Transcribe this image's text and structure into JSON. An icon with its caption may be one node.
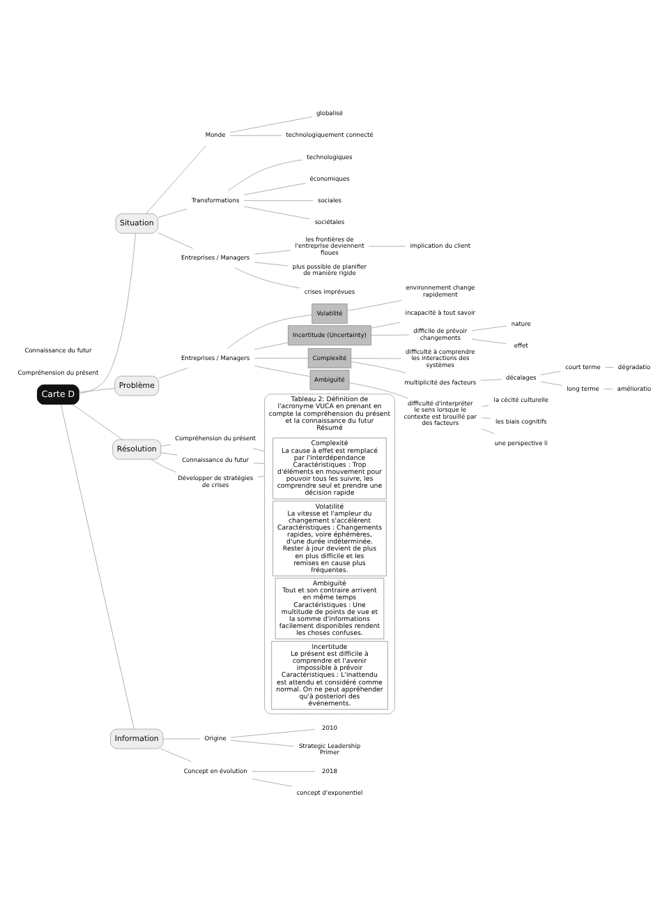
{
  "diagram": {
    "nodes": [
      {
        "text": [
          "Carte D"
        ]
      },
      {
        "text": [
          "Situation"
        ]
      },
      {
        "text": [
          "Monde"
        ]
      },
      {
        "text": [
          "globalisé"
        ]
      },
      {
        "text": [
          "technologiquement connecté"
        ]
      },
      {
        "text": [
          "Transformations"
        ]
      },
      {
        "text": [
          "technologiques"
        ]
      },
      {
        "text": [
          "économiques"
        ]
      },
      {
        "text": [
          "sociales"
        ]
      },
      {
        "text": [
          "sociétales"
        ]
      },
      {
        "text": [
          "Entreprises / Managers"
        ]
      },
      {
        "text": [
          "les frontières de l'entreprise deviennent floues"
        ]
      },
      {
        "text": [
          "implication du client"
        ]
      },
      {
        "text": [
          "plus possible de planifier de manière rigide"
        ]
      },
      {
        "text": [
          "crises imprévues"
        ]
      },
      {
        "text": [
          "Problème"
        ]
      },
      {
        "text": [
          "Entreprises / Managers"
        ]
      },
      {
        "text": [
          "Volatilité"
        ]
      },
      {
        "text": [
          "environnement change rapidement"
        ]
      },
      {
        "text": [
          "Incertitude (Uncertainty)"
        ]
      },
      {
        "text": [
          "incapacité à tout savoir"
        ]
      },
      {
        "text": [
          "difficile de prévoir changements"
        ]
      },
      {
        "text": [
          "nature"
        ]
      },
      {
        "text": [
          "effet"
        ]
      },
      {
        "text": [
          "Complexité"
        ]
      },
      {
        "text": [
          "difficulté à comprendre les interactions des systèmes"
        ]
      },
      {
        "text": [
          "multiplicité des facteurs"
        ]
      },
      {
        "text": [
          "décalages"
        ]
      },
      {
        "text": [
          "court terme"
        ]
      },
      {
        "text": [
          "dégradatio"
        ]
      },
      {
        "text": [
          "long terme"
        ]
      },
      {
        "text": [
          "amélioratio"
        ]
      },
      {
        "text": [
          "Ambiguïté"
        ]
      },
      {
        "text": [
          "difficulté d'interpréter le sens lorsque le contexte est brouillé par des facteurs"
        ]
      },
      {
        "text": [
          "la cécité culturelle"
        ]
      },
      {
        "text": [
          "les biais cognitifs"
        ]
      },
      {
        "text": [
          "une perspective li"
        ]
      },
      {
        "text": [
          "Résolution"
        ]
      },
      {
        "text": [
          "Compréhension du présent"
        ]
      },
      {
        "text": [
          "Connaissance du futur"
        ]
      },
      {
        "text": [
          "Développer de stratégies de crises"
        ]
      },
      {
        "text": [
          "Tableau 2: Définition de l'acronyme VUCA en prenant en compte la compréhension du présent et la connaissance du futur",
          "Résumé"
        ]
      },
      {
        "text": [
          "Complexité",
          "La cause à effet est remplacé par l'interdépendance",
          "Caractéristiques : Trop d'éléments en mouvement pour pouvoir tous les suivre, les comprendre seul et prendre une décision rapide"
        ],
        "in": 41
      },
      {
        "text": [
          "Volatilité",
          "La vitesse et l'ampleur du changement s'accélèrent",
          "Caractéristiques : Changements rapides, voire éphémères, d'une durée indéterminée. Rester à jour devient de plus en plus difficile et les remises en cause plus fréquentes."
        ],
        "in": 41
      },
      {
        "text": [
          "Ambiguïté",
          "Tout et son contraire arrivent en même temps",
          "Caractéristiques : Une multitude de points de vue et la somme d'informations facilement disponibles rendent les choses confuses."
        ],
        "in": 41
      },
      {
        "text": [
          "Incertitude",
          "Le présent est difficile à comprendre et l'avenir impossible à prévoir",
          "Caractéristiques : L'inattendu est attendu et considéré comme normal. On ne peut appréhender qu'à posteriori des événements."
        ],
        "in": 41
      },
      {
        "text": [
          "Information"
        ]
      },
      {
        "text": [
          "Origine"
        ]
      },
      {
        "text": [
          "2010"
        ]
      },
      {
        "text": [
          "Strategic Leadership Primer"
        ]
      },
      {
        "text": [
          "Concept en évolution"
        ]
      },
      {
        "text": [
          "2018"
        ]
      },
      {
        "text": [
          "concept d'exponentiel"
        ]
      }
    ],
    "edges": [
      {
        "from": 0,
        "to": 1,
        "arrow": "none"
      },
      {
        "from": 0,
        "to": 15,
        "arrow": "none"
      },
      {
        "from": 0,
        "to": 37,
        "arrow": "none"
      },
      {
        "from": 0,
        "to": 46,
        "arrow": "none"
      },
      {
        "from": 1,
        "to": 2,
        "arrow": "none"
      },
      {
        "from": 1,
        "to": 5,
        "arrow": "none"
      },
      {
        "from": 1,
        "to": 10,
        "arrow": "none"
      },
      {
        "from": 2,
        "to": 3,
        "arrow": "none"
      },
      {
        "from": 2,
        "to": 4,
        "arrow": "none"
      },
      {
        "from": 5,
        "to": 6,
        "arrow": "none"
      },
      {
        "from": 5,
        "to": 7,
        "arrow": "none"
      },
      {
        "from": 5,
        "to": 8,
        "arrow": "none"
      },
      {
        "from": 5,
        "to": 9,
        "arrow": "none"
      },
      {
        "from": 10,
        "to": 11,
        "arrow": "none"
      },
      {
        "from": 10,
        "to": 13,
        "arrow": "none"
      },
      {
        "from": 10,
        "to": 14,
        "arrow": "none"
      },
      {
        "from": 11,
        "to": 12,
        "arrow": "none"
      },
      {
        "from": 15,
        "to": 16,
        "arrow": "none"
      },
      {
        "from": 16,
        "to": 17,
        "arrow": "none"
      },
      {
        "from": 16,
        "to": 19,
        "arrow": "none"
      },
      {
        "from": 16,
        "to": 24,
        "arrow": "none"
      },
      {
        "from": 16,
        "to": 32,
        "arrow": "none"
      },
      {
        "from": 17,
        "to": 18,
        "arrow": "none"
      },
      {
        "from": 19,
        "to": 20,
        "arrow": "none"
      },
      {
        "from": 19,
        "to": 21,
        "arrow": "none"
      },
      {
        "from": 21,
        "to": 22,
        "arrow": "none"
      },
      {
        "from": 21,
        "to": 23,
        "arrow": "none"
      },
      {
        "from": 24,
        "to": 25,
        "arrow": "none"
      },
      {
        "from": 24,
        "to": 26,
        "arrow": "none"
      },
      {
        "from": 26,
        "to": 27,
        "arrow": "none"
      },
      {
        "from": 27,
        "to": 28,
        "arrow": "none"
      },
      {
        "from": 27,
        "to": 30,
        "arrow": "none"
      },
      {
        "from": 28,
        "to": 29,
        "arrow": "none"
      },
      {
        "from": 30,
        "to": 31,
        "arrow": "none"
      },
      {
        "from": 32,
        "to": 33,
        "arrow": "none"
      },
      {
        "from": 33,
        "to": 34,
        "arrow": "none"
      },
      {
        "from": 33,
        "to": 35,
        "arrow": "none"
      },
      {
        "from": 33,
        "to": 36,
        "arrow": "none"
      },
      {
        "from": 37,
        "to": 38,
        "arrow": "none"
      },
      {
        "from": 37,
        "to": 39,
        "arrow": "none"
      },
      {
        "from": 37,
        "to": 40,
        "arrow": "none"
      },
      {
        "from": 38,
        "to": 41,
        "arrow": "none"
      },
      {
        "from": 39,
        "to": 41,
        "arrow": "none"
      },
      {
        "from": 40,
        "to": 41,
        "arrow": "none"
      },
      {
        "from": 46,
        "to": 47,
        "arrow": "none"
      },
      {
        "from": 46,
        "to": 50,
        "arrow": "none"
      },
      {
        "from": 47,
        "to": 48,
        "arrow": "none"
      },
      {
        "from": 47,
        "to": 49,
        "arrow": "none"
      },
      {
        "from": 50,
        "to": 51,
        "arrow": "none"
      },
      {
        "from": 50,
        "to": 52,
        "arrow": "none"
      }
    ],
    "labels": [
      "Compréhension du présent",
      "Connaissance du futur"
    ]
  }
}
